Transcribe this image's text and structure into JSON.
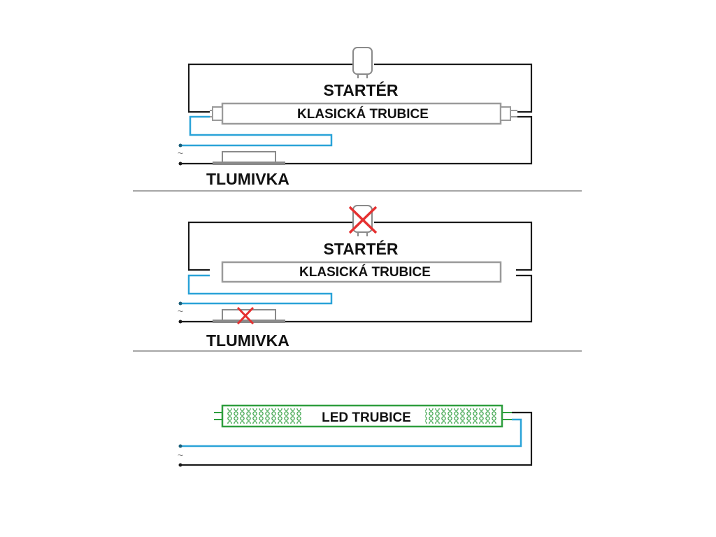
{
  "diagrams": [
    {
      "starter_label": "STARTÉR",
      "tube_label": "KLASICKÁ TRUBICE",
      "ballast_label": "TLUMIVKA",
      "mains_symbol": "~",
      "starter_removed": false,
      "ballast_removed": false
    },
    {
      "starter_label": "STARTÉR",
      "tube_label": "KLASICKÁ TRUBICE",
      "ballast_label": "TLUMIVKA",
      "mains_symbol": "~",
      "starter_removed": true,
      "ballast_removed": true
    },
    {
      "tube_label": "LED TRUBICE",
      "mains_symbol": "~"
    }
  ],
  "colors": {
    "wire": "#1a1a1a",
    "live_wire": "#2aa3d8",
    "tube_outline": "#9a9a9a",
    "led_tube": "#2e9e3e",
    "removed_mark": "#e53030",
    "divider": "#888888"
  },
  "icons": [
    "starter-icon",
    "cross-icon",
    "led-dots-icon"
  ]
}
